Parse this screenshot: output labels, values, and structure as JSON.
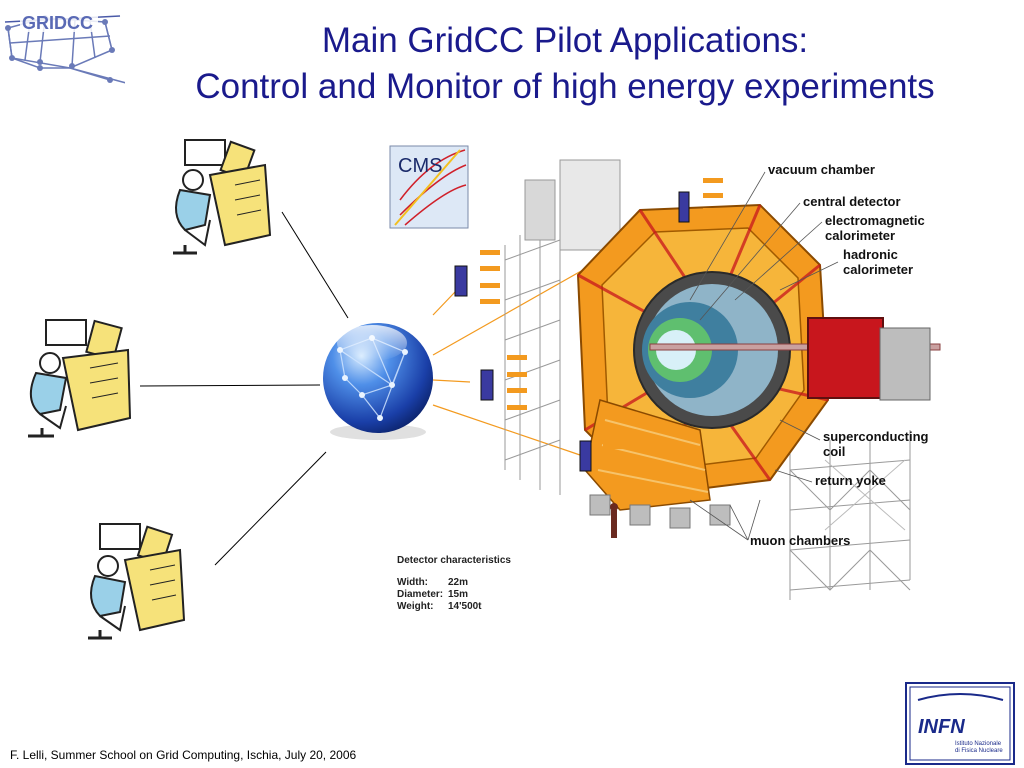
{
  "logo": {
    "text": "GRIDCC"
  },
  "title": {
    "line1": "Main GridCC Pilot Applications:",
    "line2": "Control and Monitor of high energy experiments"
  },
  "cms_logo": {
    "text": "CMS"
  },
  "detector_labels": {
    "vacuum_chamber": "vacuum chamber",
    "central_detector": "central detector",
    "electromagnetic_1": "electromagnetic",
    "electromagnetic_2": "calorimeter",
    "hadronic_1": "hadronic",
    "hadronic_2": "calorimeter",
    "superconducting_1": "superconducting",
    "superconducting_2": "coil",
    "return_yoke": "return yoke",
    "muon_chambers": "muon chambers"
  },
  "characteristics": {
    "title": "Detector characteristics",
    "rows": [
      {
        "key": "Width:",
        "value": "22m"
      },
      {
        "key": "Diameter:",
        "value": "15m"
      },
      {
        "key": "Weight:",
        "value": "14'500t"
      }
    ]
  },
  "infn": {
    "text": "INFN",
    "sub1": "Istituto Nazionale",
    "sub2": "di Fisica Nucleare"
  },
  "footer": "F. Lelli, Summer School on Grid Computing, Ischia, July 20, 2006",
  "colors": {
    "title": "#1a1a8c",
    "globe": "#2a5fd0",
    "detector_orange": "#f39a1f",
    "detector_red": "#c8161d",
    "connector_blue": "#3a3aa0"
  }
}
